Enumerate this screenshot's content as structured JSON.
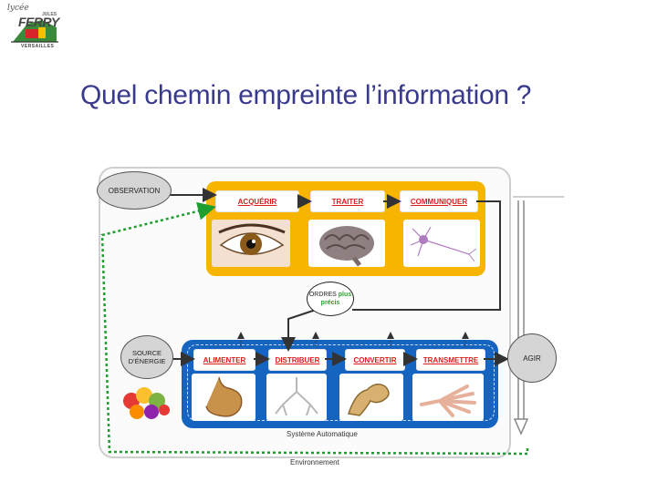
{
  "logo": {
    "script": "lycée",
    "small": "JULES",
    "name": "FERRY",
    "city": "VERSAILLES"
  },
  "title": "Quel chemin empreinte l’information ?",
  "diagram": {
    "observation": "OBSERVATION",
    "energy_source": [
      "SOURCE",
      "D’ÉNERGIE"
    ],
    "agir": "AGIR",
    "ordres": {
      "line1": "ORDRES",
      "plus": "plus",
      "line2": "précis"
    },
    "information_chain": [
      "ACQUÉRIR",
      "TRAITER",
      "COMMUNIQUER"
    ],
    "energy_chain": [
      "ALIMENTER",
      "DISTRIBUER",
      "CONVERTIR",
      "TRANSMETTRE"
    ],
    "system_label": "Système Automatique",
    "environment_label": "Environnement"
  },
  "colors": {
    "title": "#3a3a8c",
    "info_chain": "#f7b500",
    "energy_chain": "#1565c0",
    "feedback": "#1e9e2e",
    "function_text": "#d62020"
  }
}
